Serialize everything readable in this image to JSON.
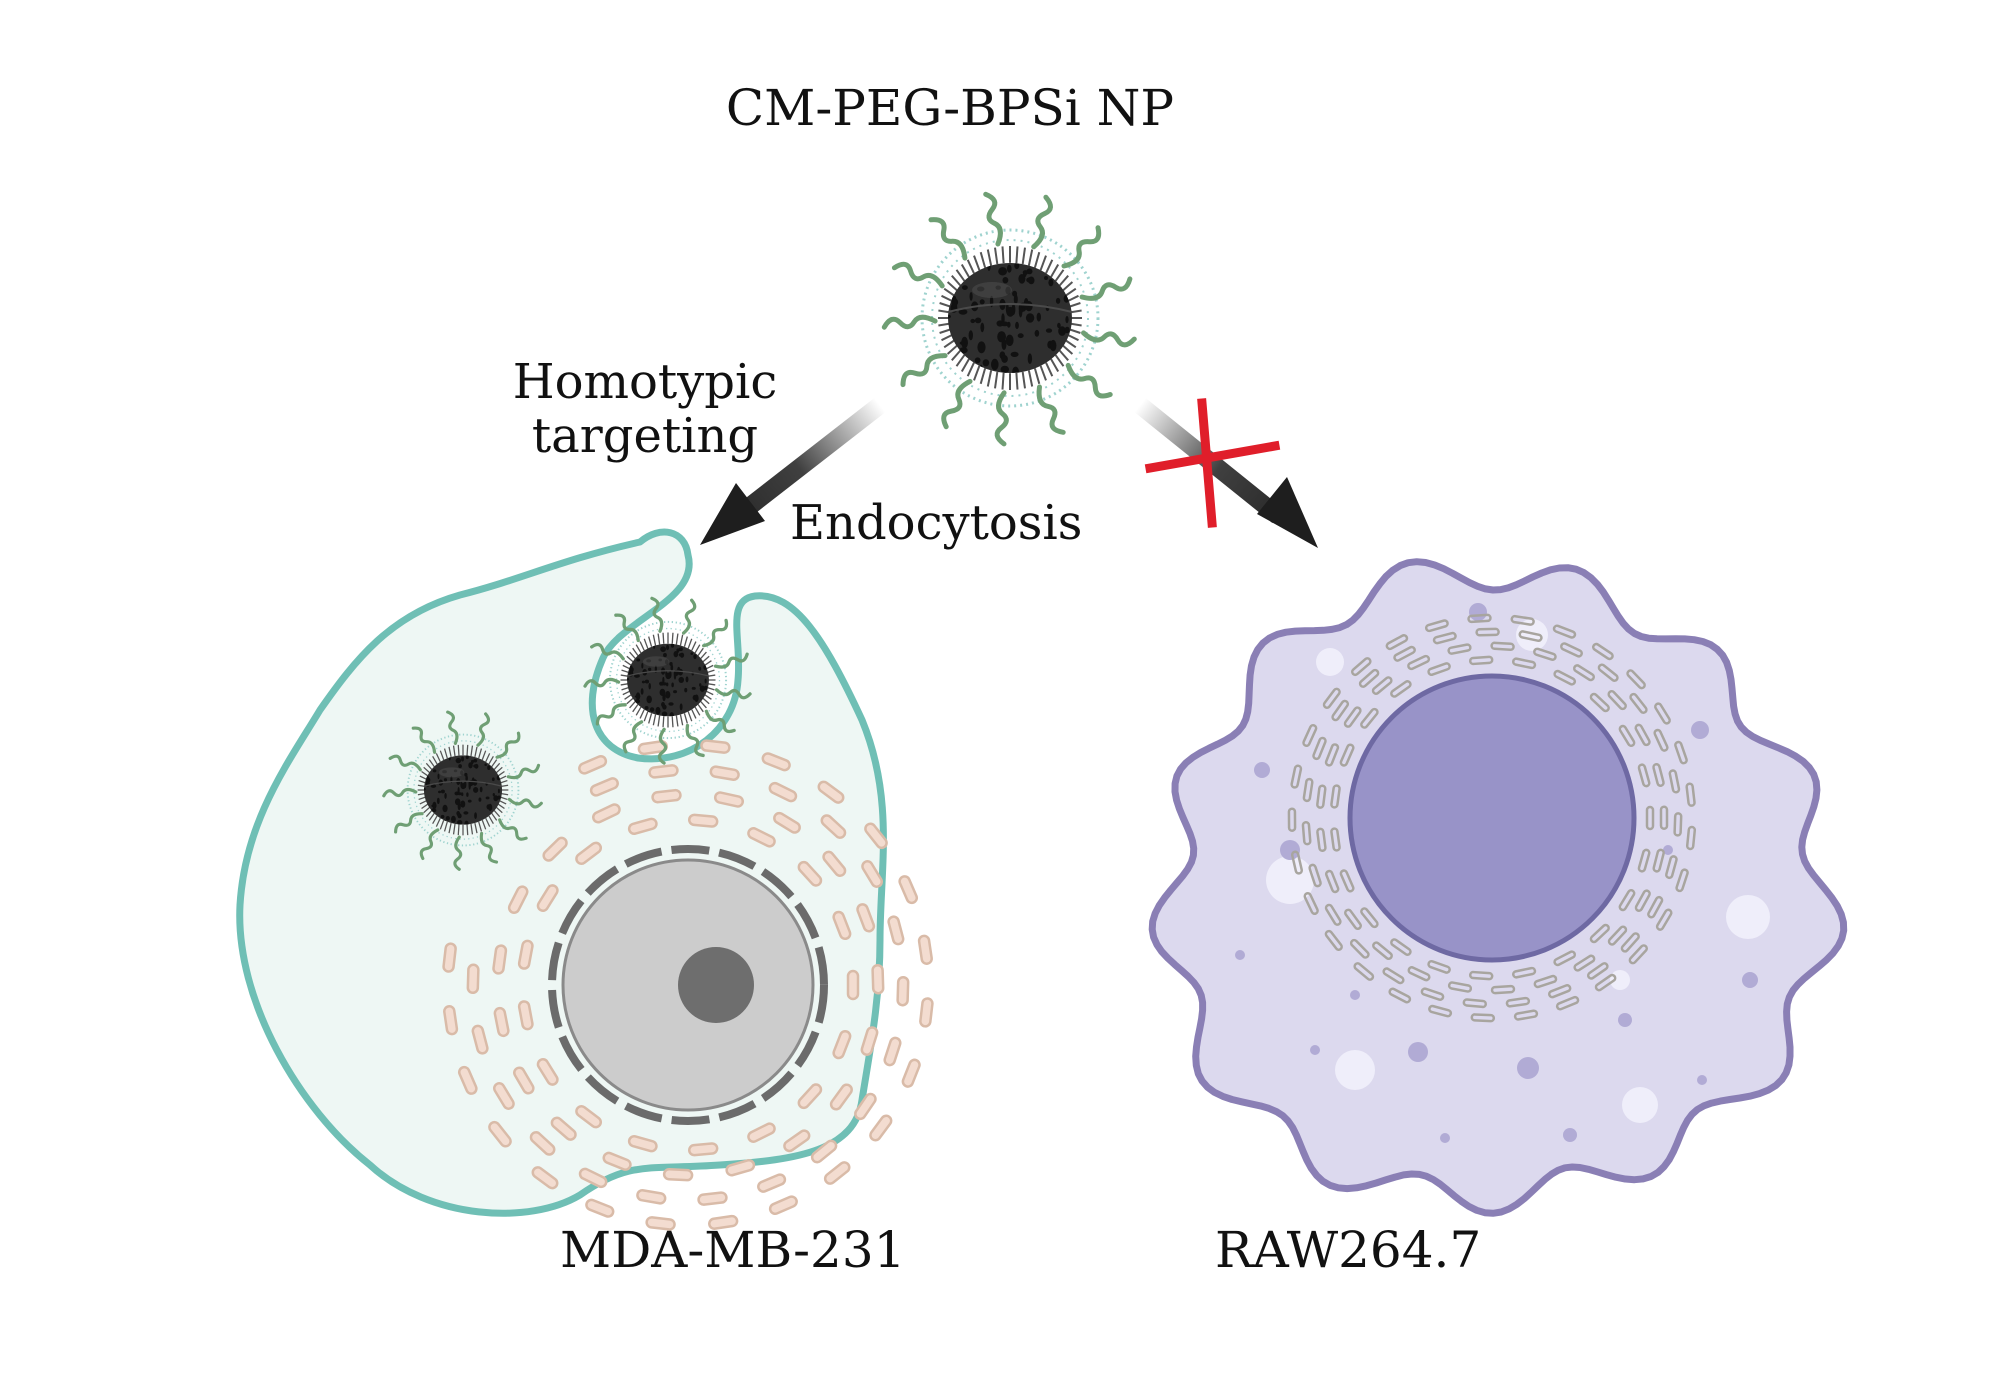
{
  "diagram": {
    "title": "CM-PEG-BPSi NP",
    "left_pathway": {
      "label_line1": "Homotypic",
      "label_line2": "targeting",
      "process_label": "Endocytosis"
    },
    "cells": {
      "left_cell": "MDA-MB-231",
      "right_cell": "RAW264.7"
    },
    "icons": {
      "nanoparticle": "nanoparticle-icon",
      "blocked_marker": "red-cross-icon"
    },
    "colors": {
      "cancer_cell_membrane": "#6fbfb5",
      "cancer_cell_fill": "#eef7f4",
      "macrophage_membrane": "#8a7fb5",
      "macrophage_fill": "#dcd9ee",
      "macrophage_nucleus": "#9893c8",
      "er_color": "#d9bba8",
      "nucleus_gray": "#cccccc",
      "nucleolus": "#6e6e6e",
      "peg_chains": "#6f9f74",
      "lipid_coat": "#9fd3cf",
      "nanoparticle_core": "#2e2e2e",
      "arrow": "#1e1e1e",
      "block_cross": "#e01e2a"
    }
  }
}
